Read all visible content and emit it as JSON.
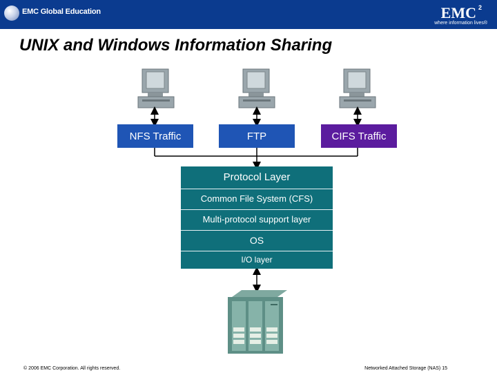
{
  "header": {
    "left_logo_text": "EMC Global Education",
    "right_logo_mark": "EMC",
    "right_logo_sup": "2",
    "right_logo_tagline": "where information lives®"
  },
  "title": "UNIX and Windows Information Sharing",
  "traffic": {
    "nfs": "NFS Traffic",
    "ftp": "FTP",
    "cifs": "CIFS Traffic"
  },
  "layers": [
    "Protocol Layer",
    "Common File System (CFS)",
    "Multi-protocol support layer",
    "OS",
    "I/O layer"
  ],
  "footer": {
    "left": "© 2006 EMC Corporation. All rights reserved.",
    "right": "Networked Attached Storage (NAS) 15"
  },
  "colors": {
    "header": "#0b3b8f",
    "traffic_blue": "#1f55b5",
    "traffic_purple": "#5b1c9e",
    "stack": "#0f6f7a"
  }
}
